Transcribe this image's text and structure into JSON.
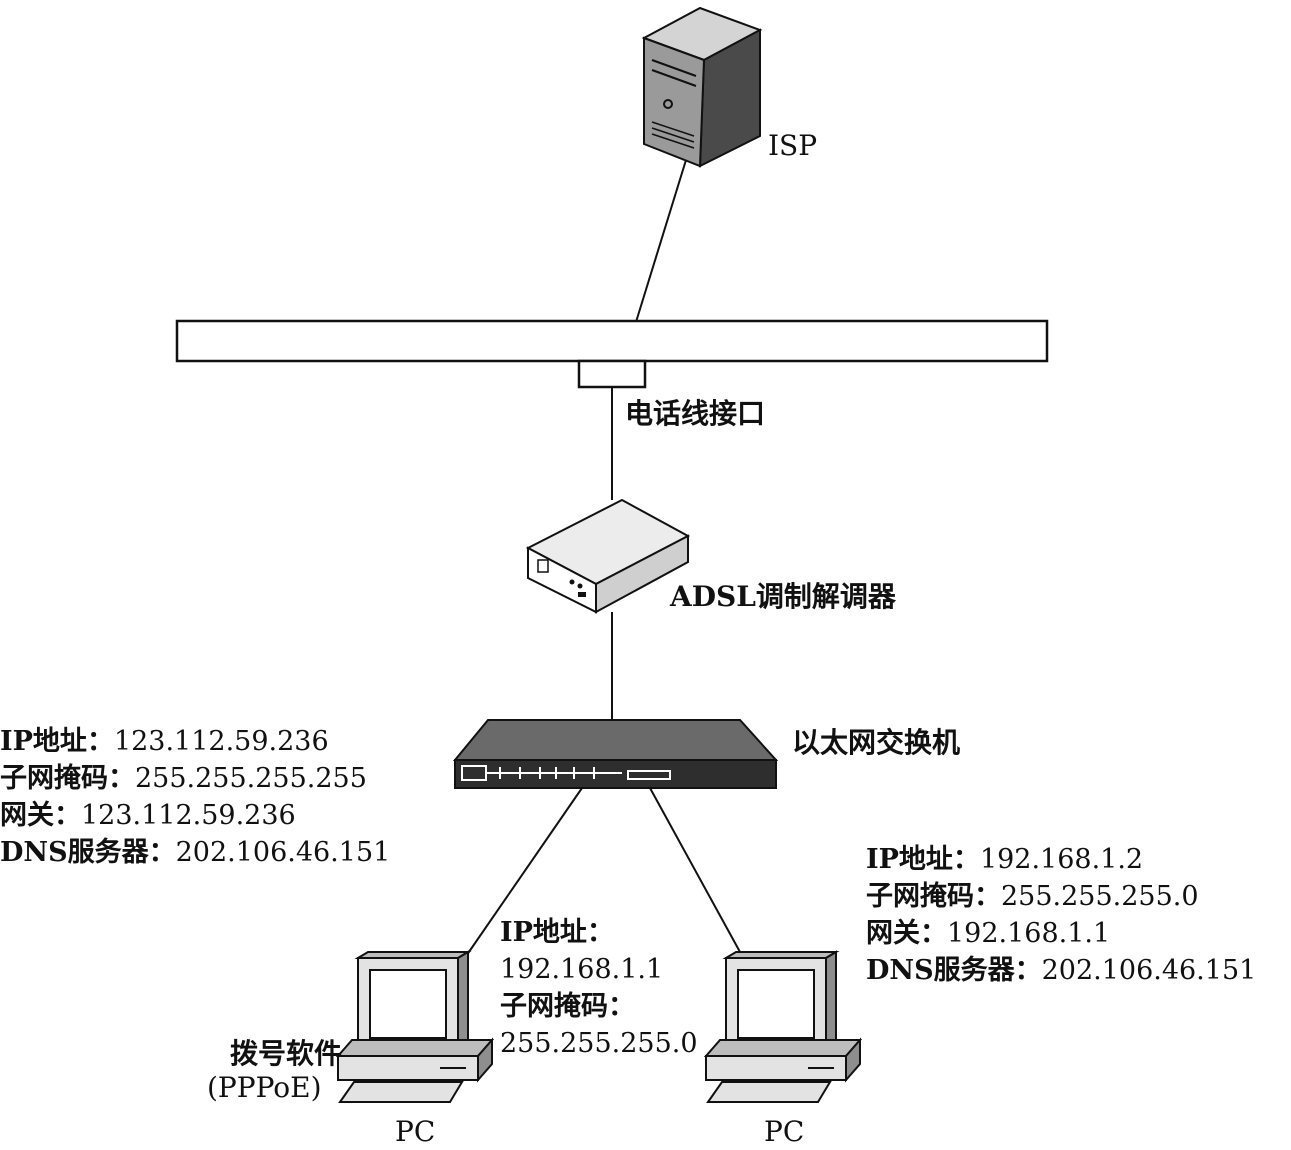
{
  "nodes": {
    "isp": "ISP",
    "phone_port": "电话线接口",
    "modem": "ADSL调制解调器",
    "switch": "以太网交换机",
    "dialer_line1": "拨号软件",
    "dialer_line2": "(PPPoE)",
    "pc_left": "PC",
    "pc_right": "PC"
  },
  "config_left_top": {
    "ip_key": "IP地址：",
    "ip": "123.112.59.236",
    "mask_key": "子网掩码：",
    "mask": "255.255.255.255",
    "gw_key": "网关：",
    "gw": "123.112.59.236",
    "dns_key": "DNS服务器：",
    "dns": "202.106.46.151"
  },
  "config_pc_left": {
    "ip_key": "IP地址：",
    "ip": "192.168.1.1",
    "mask_key": "子网掩码：",
    "mask": "255.255.255.0"
  },
  "config_pc_right": {
    "ip_key": "IP地址：",
    "ip": "192.168.1.2",
    "mask_key": "子网掩码：",
    "mask": "255.255.255.0",
    "gw_key": "网关：",
    "gw": "192.168.1.1",
    "dns_key": "DNS服务器：",
    "dns": "202.106.46.151"
  },
  "colors": {
    "line": "#111111",
    "device_dark": "#4a4a4a",
    "device_light": "#d8d8d8"
  }
}
